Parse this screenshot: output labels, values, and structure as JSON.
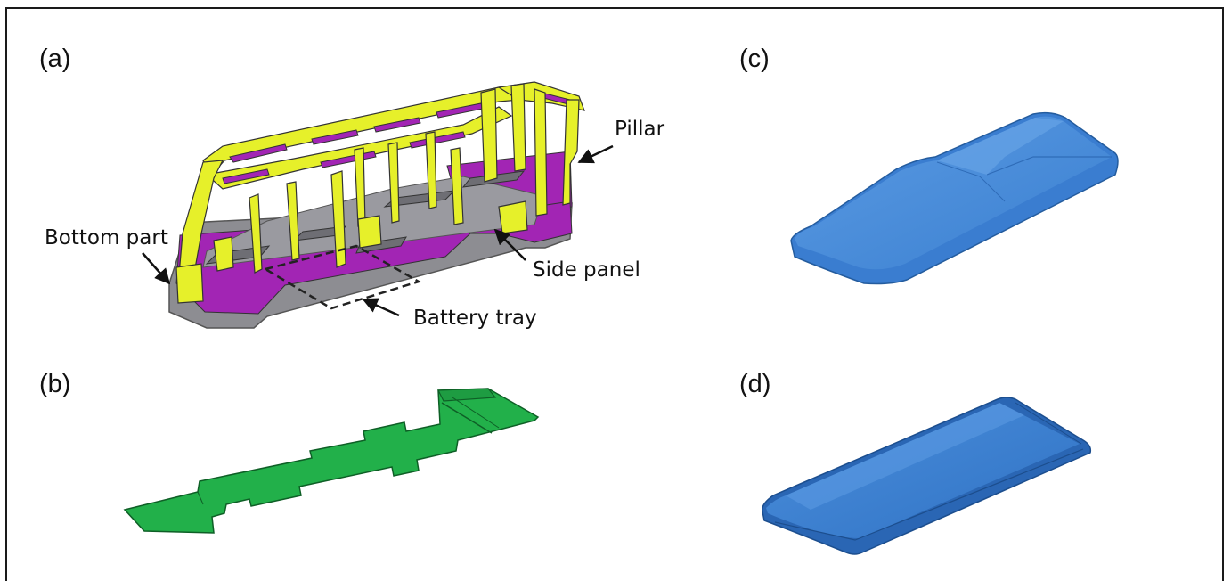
{
  "panels": {
    "a": {
      "label": "(a)"
    },
    "b": {
      "label": "(b)"
    },
    "c": {
      "label": "(c)"
    },
    "d": {
      "label": "(d)"
    }
  },
  "annotations": {
    "pillar": "Pillar",
    "bottom_part": "Bottom part",
    "side_panel": "Side panel",
    "battery_tray": "Battery tray"
  },
  "colors": {
    "frame_yellow": "#e6f02a",
    "panel_purple": "#a225b4",
    "floor_gray": "#8d8d92",
    "tray_green": "#22b04a",
    "roof_blue": "#3f86d6"
  }
}
